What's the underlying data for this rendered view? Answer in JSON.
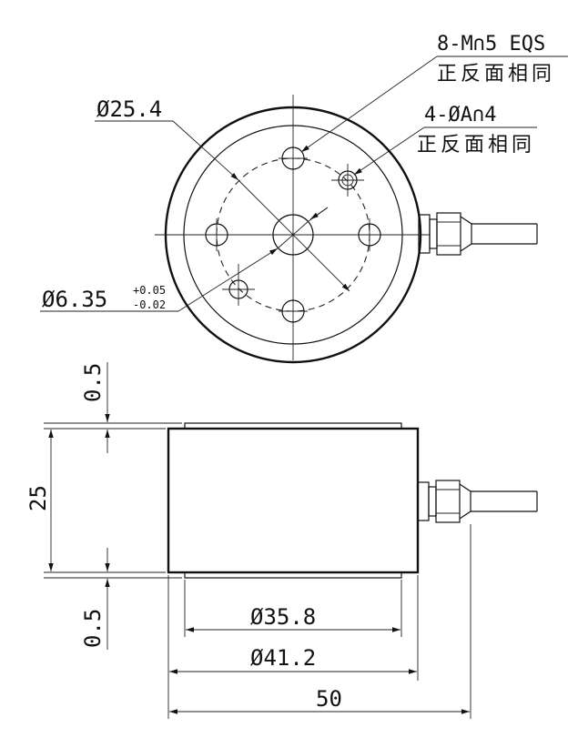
{
  "top_view": {
    "thread_note": "8-M∩5 EQS",
    "thread_note_cn": "正反面相同",
    "hole_note": "4-ØA∩4",
    "hole_note_cn": "正反面相同",
    "pcd_label": "Ø25.4",
    "center_bore_label": "Ø6.35",
    "center_bore_tol_upper": "+0.05",
    "center_bore_tol_lower": "-0.02"
  },
  "side_view": {
    "height_label": "25",
    "top_step_label": "0.5",
    "bottom_step_label": "0.5",
    "inner_diameter_label": "Ø35.8",
    "outer_diameter_label": "Ø41.2",
    "overall_width_label": "50"
  }
}
